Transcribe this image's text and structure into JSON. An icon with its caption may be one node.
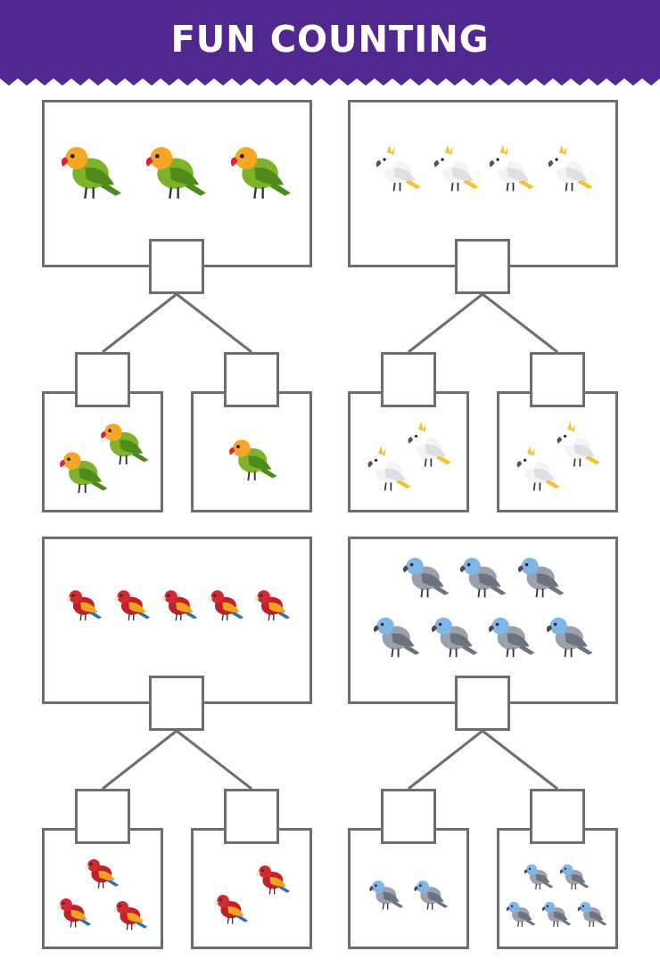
{
  "diagram": {
    "title": "FUN COUNTING",
    "nodes": [
      {
        "text": [],
        "shape": "box"
      },
      {
        "text": [],
        "shape": "box"
      },
      {
        "text": [],
        "shape": "box"
      },
      {
        "text": [],
        "shape": "box"
      },
      {
        "text": [],
        "shape": "box"
      },
      {
        "text": [],
        "shape": "box"
      },
      {
        "text": [],
        "shape": "box"
      },
      {
        "text": [],
        "shape": "box"
      },
      {
        "text": [],
        "shape": "box"
      },
      {
        "text": [],
        "shape": "box"
      },
      {
        "text": [],
        "shape": "box"
      },
      {
        "text": [],
        "shape": "box"
      },
      {
        "text": [],
        "shape": "box"
      },
      {
        "text": [],
        "shape": "box"
      },
      {
        "text": [],
        "shape": "box"
      },
      {
        "text": [],
        "shape": "box"
      },
      {
        "text": [],
        "shape": "box"
      },
      {
        "text": [],
        "shape": "box"
      },
      {
        "text": [],
        "shape": "box"
      },
      {
        "text": [],
        "shape": "box"
      },
      {
        "text": [],
        "shape": "box"
      },
      {
        "text": [],
        "shape": "box"
      },
      {
        "text": [],
        "shape": "box"
      },
      {
        "text": [],
        "shape": "box"
      }
    ],
    "edges": [
      {
        "from": 1,
        "to": 2,
        "arrow": "none"
      },
      {
        "from": 1,
        "to": 3,
        "arrow": "none"
      },
      {
        "from": 7,
        "to": 8,
        "arrow": "none"
      },
      {
        "from": 7,
        "to": 9,
        "arrow": "none"
      },
      {
        "from": 13,
        "to": 14,
        "arrow": "none"
      },
      {
        "from": 13,
        "to": 15,
        "arrow": "none"
      },
      {
        "from": 19,
        "to": 20,
        "arrow": "none"
      },
      {
        "from": 19,
        "to": 21,
        "arrow": "none"
      }
    ]
  }
}
